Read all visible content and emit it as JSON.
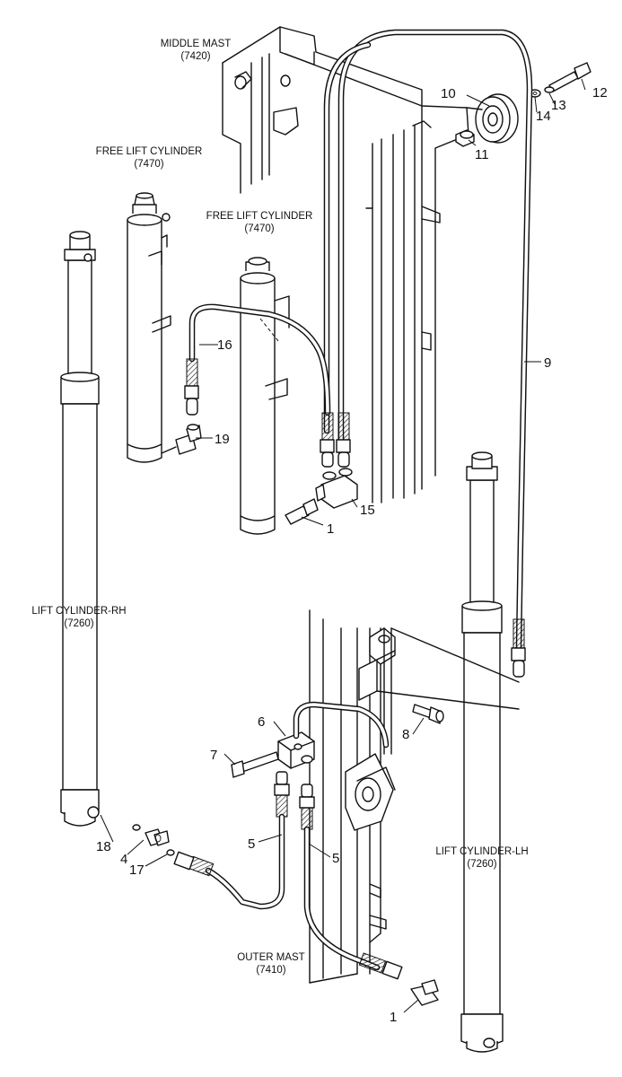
{
  "labels": {
    "middle_mast": "MIDDLE MAST",
    "middle_mast_code": "(7420)",
    "free_lift_cylinder_left": "FREE LIFT CYLINDER",
    "free_lift_cylinder_left_code": "(7470)",
    "free_lift_cylinder_center": "FREE LIFT CYLINDER",
    "free_lift_cylinder_center_code": "(7470)",
    "lift_cylinder_rh": "LIFT CYLINDER-RH",
    "lift_cylinder_rh_code": "(7260)",
    "lift_cylinder_lh": "LIFT CYLINDER-LH",
    "lift_cylinder_lh_code": "(7260)",
    "outer_mast": "OUTER MAST",
    "outer_mast_code": "(7410)"
  },
  "callouts": {
    "c1a": "1",
    "c1b": "1",
    "c4": "4",
    "c5a": "5",
    "c5b": "5",
    "c6": "6",
    "c7": "7",
    "c8": "8",
    "c9": "9",
    "c10": "10",
    "c11": "11",
    "c12": "12",
    "c13": "13",
    "c14": "14",
    "c15": "15",
    "c16": "16",
    "c17": "17",
    "c18": "18",
    "c19": "19"
  }
}
